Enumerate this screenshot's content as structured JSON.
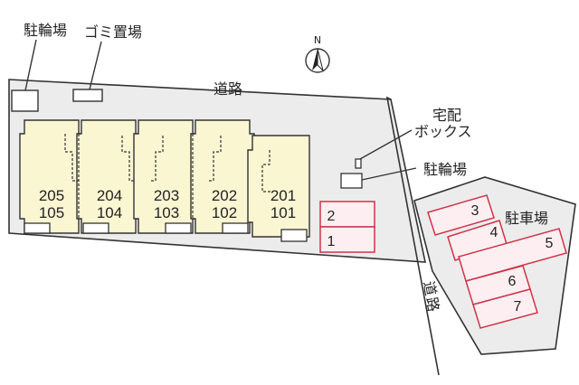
{
  "labels": {
    "bike_parking_left": "駐輪場",
    "garbage_area": "ゴミ置場",
    "road_top": "道路",
    "delivery_box_line1": "宅配",
    "delivery_box_line2": "ボックス",
    "bike_parking_right": "駐輪場",
    "parking_lot": "駐車場",
    "road_right_1": "道",
    "road_right_2": "路",
    "north": "N"
  },
  "units": [
    {
      "upper": "205",
      "lower": "105"
    },
    {
      "upper": "204",
      "lower": "104"
    },
    {
      "upper": "203",
      "lower": "103"
    },
    {
      "upper": "202",
      "lower": "102"
    },
    {
      "upper": "201",
      "lower": "101"
    }
  ],
  "parking_left": [
    "2",
    "1"
  ],
  "parking_right": [
    "3",
    "4",
    "5",
    "6",
    "7"
  ],
  "colors": {
    "building_fill": "#fbf6d2",
    "site_fill": "#ececec",
    "parking_stroke": "#d0334a",
    "parking_fill": "#fdeff1",
    "outline": "#333333"
  }
}
